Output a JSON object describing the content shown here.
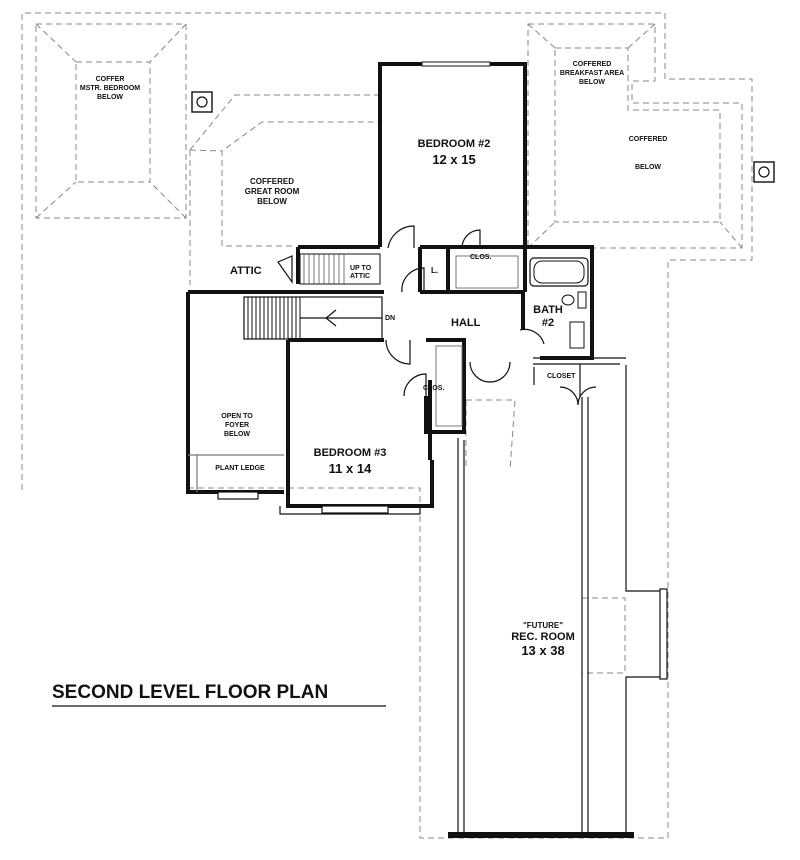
{
  "title": "SECOND LEVEL FLOOR PLAN",
  "rooms": {
    "bedroom2": {
      "name": "BEDROOM #2",
      "size": "12 x 15"
    },
    "bedroom3": {
      "name": "BEDROOM #3",
      "size": "11 x 14"
    },
    "bath2": {
      "line1": "BATH",
      "line2": "#2"
    },
    "hall": "HALL",
    "attic": "ATTIC",
    "linen": "L.",
    "closet_bed2": "CLOS.",
    "closet_bed3": "CLOS.",
    "closet_hall": "CLOSET",
    "rec_room": {
      "line1": "\"FUTURE\"",
      "line2": "REC. ROOM",
      "size": "13 x 38"
    },
    "plant_ledge": "PLANT LEDGE",
    "open_foyer": {
      "line1": "OPEN TO",
      "line2": "FOYER",
      "line3": "BELOW"
    }
  },
  "ceiling_notes": {
    "master": {
      "line1": "COFFER",
      "line2": "MSTR. BEDROOM",
      "line3": "BELOW"
    },
    "great_room": {
      "line1": "COFFERED",
      "line2": "GREAT ROOM",
      "line3": "BELOW"
    },
    "breakfast": {
      "line1": "COFFERED",
      "line2": "BREAKFAST AREA",
      "line3": "BELOW"
    },
    "coffered": {
      "line1": "COFFERED",
      "line2": "BELOW"
    }
  },
  "stair": {
    "dn": "DN",
    "up_to_attic": {
      "line1": "UP TO",
      "line2": "ATTIC"
    }
  }
}
